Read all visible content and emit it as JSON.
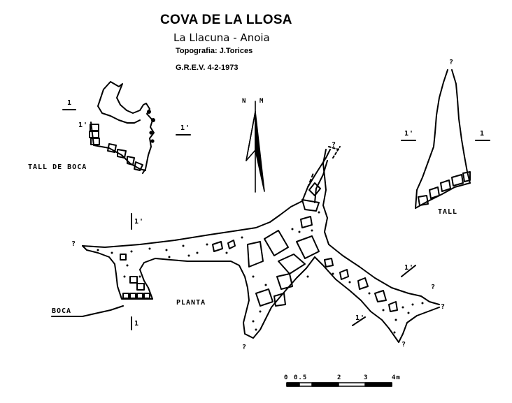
{
  "header": {
    "title": "COVA DE LA LLOSA",
    "subtitle": "La Llacuna - Anoia",
    "survey": "Topografia: J.Torices",
    "club_date": "G.R.E.V.  4-2-1973"
  },
  "labels": {
    "tall_de_boca": "TALL DE BOCA",
    "tall": "TALL",
    "planta": "PLANTA",
    "boca": "BOCA",
    "north": "N",
    "magnetic": "M"
  },
  "section_marks": {
    "one_left": "1",
    "one_right": "1'",
    "one_plan": "1",
    "one_plan_b": "1'",
    "tall_left": "1'",
    "tall_right": "1",
    "plan_right_a": "1'",
    "plan_right_b": "1'"
  },
  "question": "?",
  "scale": {
    "ticks": [
      "0",
      "0.5",
      "2",
      "3",
      "4m"
    ]
  }
}
